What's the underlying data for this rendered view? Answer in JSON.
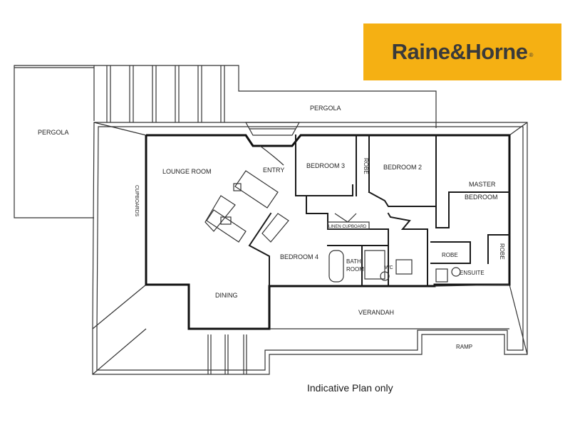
{
  "brand": {
    "name": "Raine&Horne",
    "reg_mark": "®",
    "color": "#f5b013"
  },
  "rooms": {
    "pergola_left": "PERGOLA",
    "pergola_top": "PERGOLA",
    "lounge": "LOUNGE ROOM",
    "entry": "ENTRY",
    "bedroom3": "BEDROOM 3",
    "robe_b3": "ROBE",
    "bedroom2": "BEDROOM 2",
    "master1": "MASTER",
    "master2": "BEDROOM",
    "cupboard": "LINEN CUPBOARD",
    "bedroom4": "BEDROOM 4",
    "bath1": "BATH-",
    "bath2": "ROOM",
    "wc": "WC",
    "robe_master": "ROBE",
    "robe_master_v": "ROBE",
    "ensuite": "ENSUITE",
    "dining": "DINING",
    "verandah": "VERANDAH",
    "ramp": "RAMP",
    "cupboards": "CUPBOARDS"
  },
  "note": "Indicative Plan only"
}
